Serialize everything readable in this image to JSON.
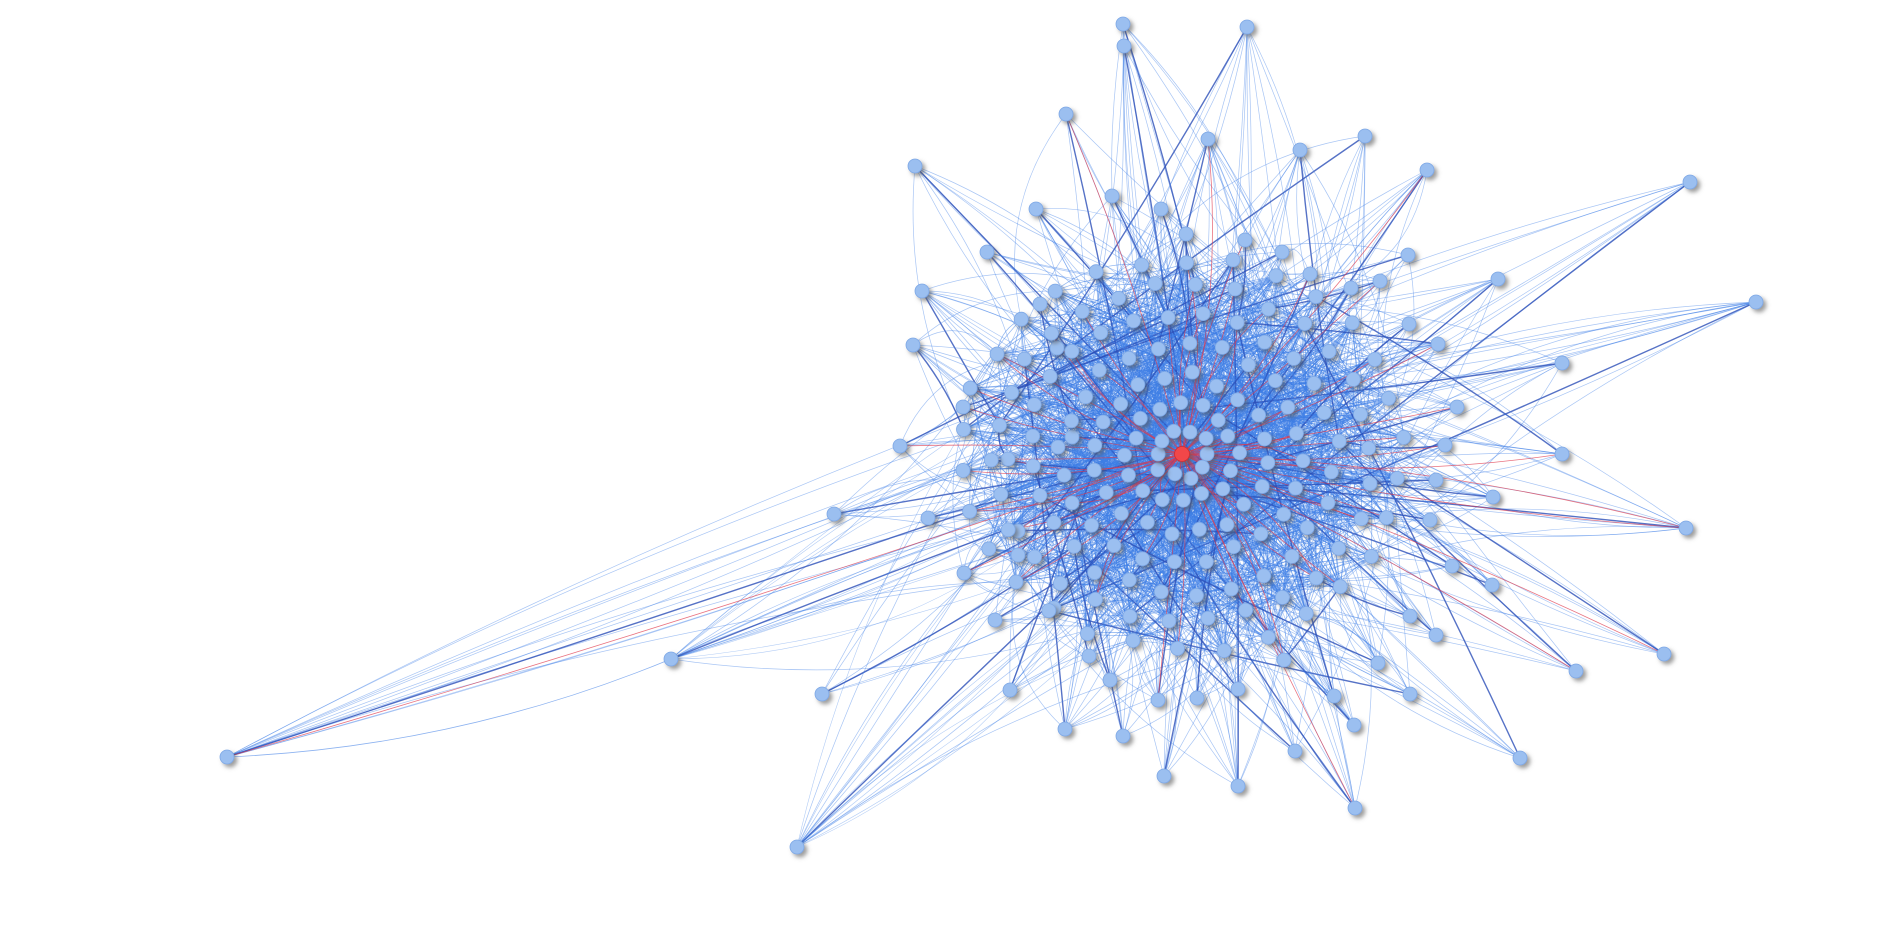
{
  "graph": {
    "type": "network-graph",
    "style": {
      "background": "#ffffff",
      "node_color": "#9bbff0",
      "node_stroke": "#7ea8e6",
      "highlight_node_color": "#f2474a",
      "edge_color": "#3f7fe6",
      "edge_dark_color": "#2c4fb8",
      "highlight_edge_color": "#e0384a",
      "shadow_color": "#6f6f6f"
    },
    "highlighted_node": "center-hub",
    "total_visible_nodes": 190
  }
}
